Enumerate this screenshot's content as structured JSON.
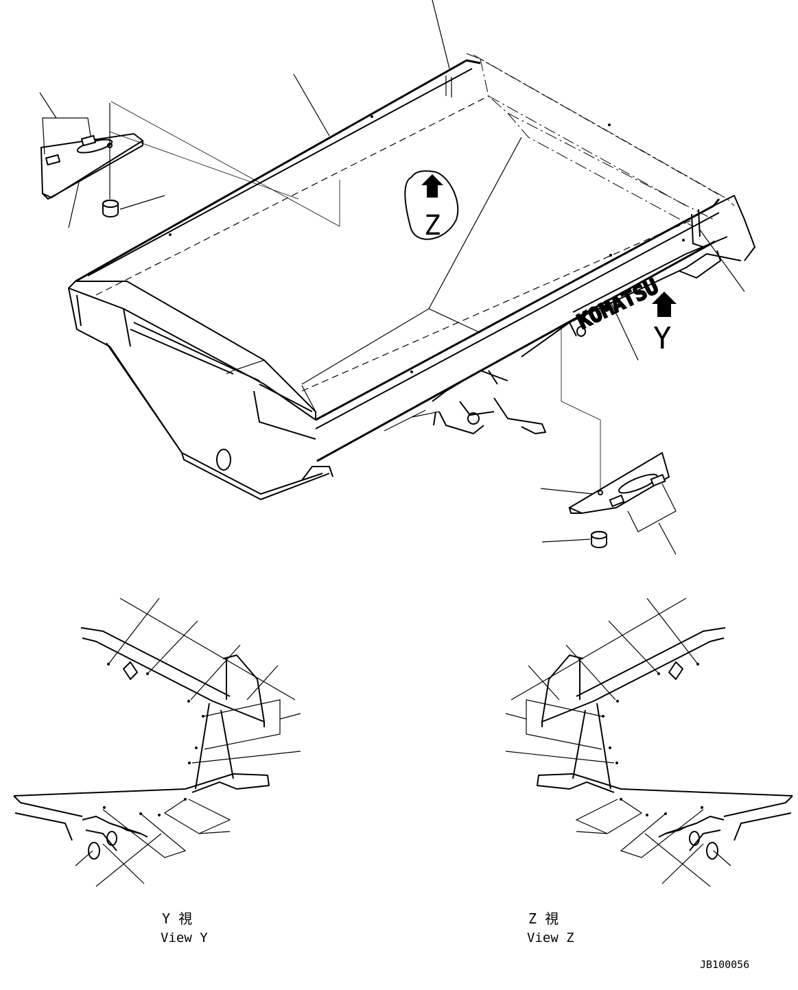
{
  "diagram": {
    "view_markers": {
      "z": "Z",
      "y": "Y"
    },
    "brand_logo": "KOMATSU",
    "captions": {
      "view_y_jp": "Y 視",
      "view_y_en": "View Y",
      "view_z_jp": "Z 視",
      "view_z_en": "View Z"
    },
    "drawing_number": "JB100056"
  }
}
